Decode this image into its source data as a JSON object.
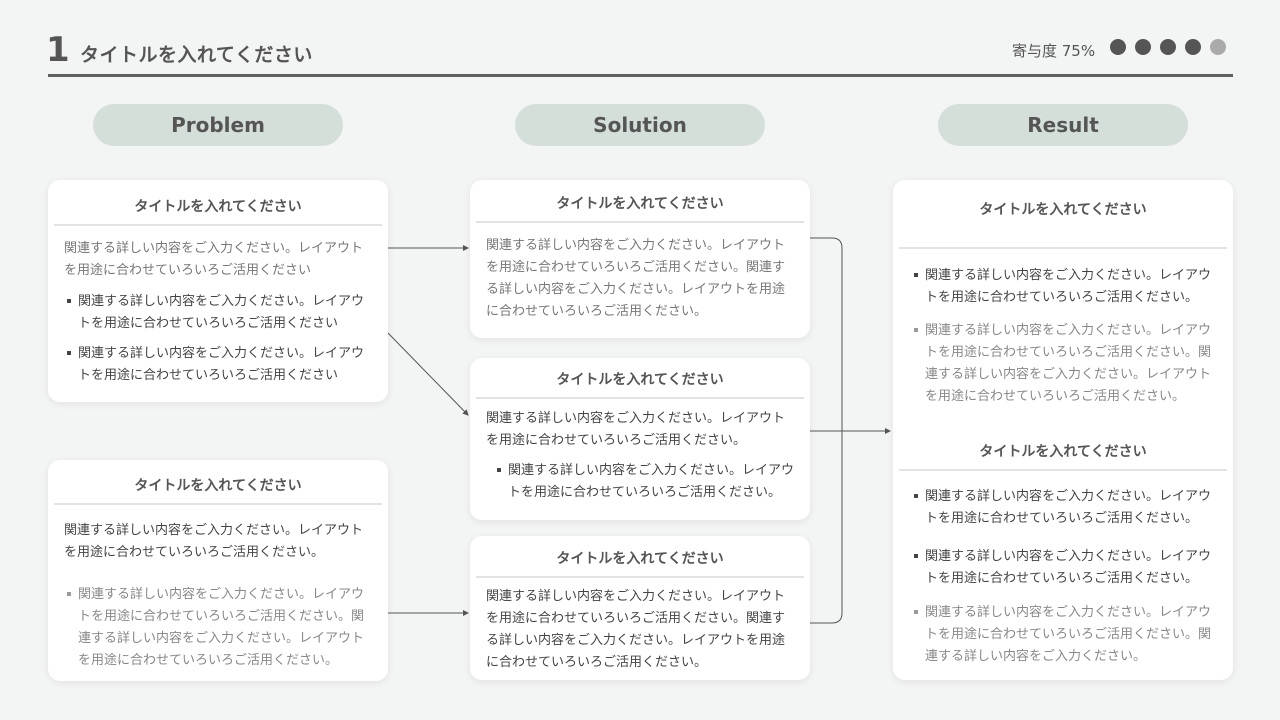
{
  "header": {
    "number": "1",
    "title": "タイトルを入れてください",
    "contribution": "寄与度 75%",
    "dots": [
      true,
      true,
      true,
      true,
      false
    ]
  },
  "columns": {
    "problem": "Problem",
    "solution": "Solution",
    "result": "Result"
  },
  "problem": {
    "card1": {
      "title": "タイトルを入れてください",
      "body": "関連する詳しい内容をご入力ください。レイアウトを用途に合わせていろいろご活用ください",
      "bullets": [
        "関連する詳しい内容をご入力ください。レイアウトを用途に合わせていろいろご活用ください",
        "関連する詳しい内容をご入力ください。レイアウトを用途に合わせていろいろご活用ください"
      ]
    },
    "card2": {
      "title": "タイトルを入れてください",
      "body": "関連する詳しい内容をご入力ください。レイアウトを用途に合わせていろいろご活用ください。",
      "bullets": [
        "関連する詳しい内容をご入力ください。レイアウトを用途に合わせていろいろご活用ください。関連する詳しい内容をご入力ください。レイアウトを用途に合わせていろいろご活用ください。"
      ]
    }
  },
  "solution": {
    "card1": {
      "title": "タイトルを入れてください",
      "body": "関連する詳しい内容をご入力ください。レイアウトを用途に合わせていろいろご活用ください。関連する詳しい内容をご入力ください。レイアウトを用途に合わせていろいろご活用ください。"
    },
    "card2": {
      "title": "タイトルを入れてください",
      "body": "関連する詳しい内容をご入力ください。レイアウトを用途に合わせていろいろご活用ください。",
      "bullets": [
        "関連する詳しい内容をご入力ください。レイアウトを用途に合わせていろいろご活用ください。"
      ]
    },
    "card3": {
      "title": "タイトルを入れてください",
      "body": "関連する詳しい内容をご入力ください。レイアウトを用途に合わせていろいろご活用ください。関連する詳しい内容をご入力ください。レイアウトを用途に合わせていろいろご活用ください。"
    }
  },
  "result": {
    "section1": {
      "title": "タイトルを入れてください",
      "bullets": [
        "関連する詳しい内容をご入力ください。レイアウトを用途に合わせていろいろご活用ください。",
        "関連する詳しい内容をご入力ください。レイアウトを用途に合わせていろいろご活用ください。関連する詳しい内容をご入力ください。レイアウトを用途に合わせていろいろご活用ください。"
      ]
    },
    "section2": {
      "title": "タイトルを入れてください",
      "bullets": [
        "関連する詳しい内容をご入力ください。レイアウトを用途に合わせていろいろご活用ください。",
        "関連する詳しい内容をご入力ください。レイアウトを用途に合わせていろいろご活用ください。",
        "関連する詳しい内容をご入力ください。レイアウトを用途に合わせていろいろご活用ください。関連する詳しい内容をご入力ください。"
      ]
    }
  },
  "colors": {
    "pill": "#d5dfda",
    "card": "#ffffff",
    "background": "#f3f4f4",
    "text": "#555555",
    "line": "#606060"
  }
}
